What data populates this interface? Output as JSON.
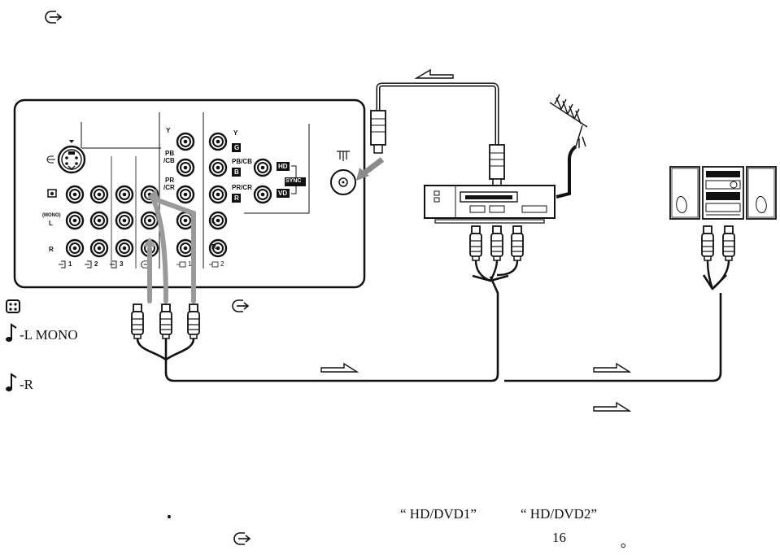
{
  "panel_labels": {
    "y1": "Y",
    "pb_cb_1": "PB",
    "pb_cb_1b": "/CB",
    "pr_cr_1": "PR",
    "pr_cr_1b": "/CR",
    "y2": "Y",
    "g": "G",
    "pb_cb_2": "PB/CB",
    "b": "B",
    "pr_cr_2": "PR/CR",
    "r": "R",
    "hd": "HD",
    "vd": "VD",
    "sync": "SYNC",
    "mono": "(MONO)",
    "l": "L",
    "r_audio": "R",
    "in1": "1",
    "in2": "2",
    "in3": "3",
    "comp1": "1",
    "comp2": "2"
  },
  "legend": {
    "video_text": "",
    "audio_l_text": "-L  MONO",
    "audio_r_text": "-R"
  },
  "notes": {
    "bullet": "•",
    "quote1": "“  HD/DVD1”",
    "quote2": "“  HD/DVD2”",
    "page_ref": "16",
    "end_mark": "。"
  }
}
